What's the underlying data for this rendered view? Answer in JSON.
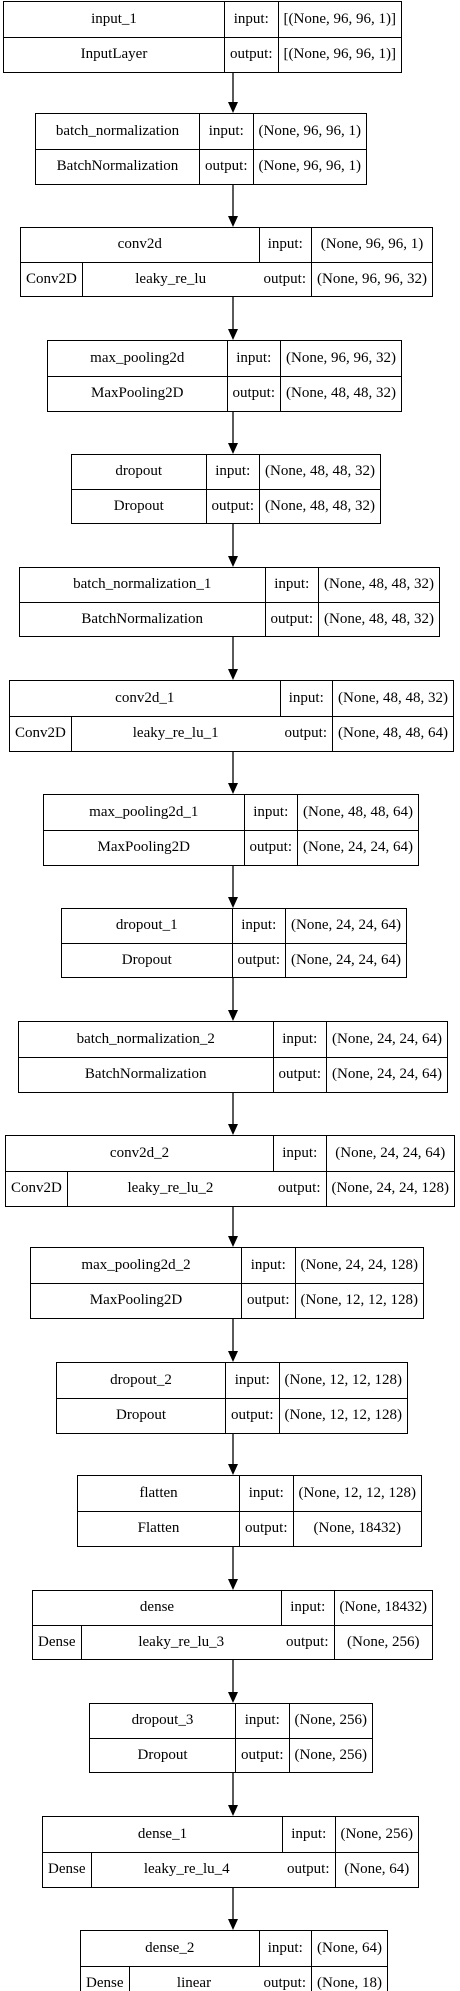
{
  "layers": [
    {
      "name": "input_1",
      "type": "InputLayer",
      "input": "[(None, 96, 96, 1)]",
      "output": "[(None, 96, 96, 1)]"
    },
    {
      "name": "batch_normalization",
      "type": "BatchNormalization",
      "input": "(None, 96, 96, 1)",
      "output": "(None, 96, 96, 1)"
    },
    {
      "name": "conv2d",
      "type": "Conv2D",
      "activation": "leaky_re_lu",
      "input": "(None, 96, 96, 1)",
      "output": "(None, 96, 96, 32)"
    },
    {
      "name": "max_pooling2d",
      "type": "MaxPooling2D",
      "input": "(None, 96, 96, 32)",
      "output": "(None, 48, 48, 32)"
    },
    {
      "name": "dropout",
      "type": "Dropout",
      "input": "(None, 48, 48, 32)",
      "output": "(None, 48, 48, 32)"
    },
    {
      "name": "batch_normalization_1",
      "type": "BatchNormalization",
      "input": "(None, 48, 48, 32)",
      "output": "(None, 48, 48, 32)"
    },
    {
      "name": "conv2d_1",
      "type": "Conv2D",
      "activation": "leaky_re_lu_1",
      "input": "(None, 48, 48, 32)",
      "output": "(None, 48, 48, 64)"
    },
    {
      "name": "max_pooling2d_1",
      "type": "MaxPooling2D",
      "input": "(None, 48, 48, 64)",
      "output": "(None, 24, 24, 64)"
    },
    {
      "name": "dropout_1",
      "type": "Dropout",
      "input": "(None, 24, 24, 64)",
      "output": "(None, 24, 24, 64)"
    },
    {
      "name": "batch_normalization_2",
      "type": "BatchNormalization",
      "input": "(None, 24, 24, 64)",
      "output": "(None, 24, 24, 64)"
    },
    {
      "name": "conv2d_2",
      "type": "Conv2D",
      "activation": "leaky_re_lu_2",
      "input": "(None, 24, 24, 64)",
      "output": "(None, 24, 24, 128)"
    },
    {
      "name": "max_pooling2d_2",
      "type": "MaxPooling2D",
      "input": "(None, 24, 24, 128)",
      "output": "(None, 12, 12, 128)"
    },
    {
      "name": "dropout_2",
      "type": "Dropout",
      "input": "(None, 12, 12, 128)",
      "output": "(None, 12, 12, 128)"
    },
    {
      "name": "flatten",
      "type": "Flatten",
      "input": "(None, 12, 12, 128)",
      "output": "(None, 18432)"
    },
    {
      "name": "dense",
      "type": "Dense",
      "activation": "leaky_re_lu_3",
      "input": "(None, 18432)",
      "output": "(None, 256)"
    },
    {
      "name": "dropout_3",
      "type": "Dropout",
      "input": "(None, 256)",
      "output": "(None, 256)"
    },
    {
      "name": "dense_1",
      "type": "Dense",
      "activation": "leaky_re_lu_4",
      "input": "(None, 256)",
      "output": "(None, 64)"
    },
    {
      "name": "dense_2",
      "type": "Dense",
      "activation": "linear",
      "input": "(None, 64)",
      "output": "(None, 18)"
    }
  ],
  "port_labels": {
    "input": "input:",
    "output": "output:"
  },
  "colors": {
    "stroke": "#000000",
    "background": "#ffffff",
    "text": "#000000"
  }
}
